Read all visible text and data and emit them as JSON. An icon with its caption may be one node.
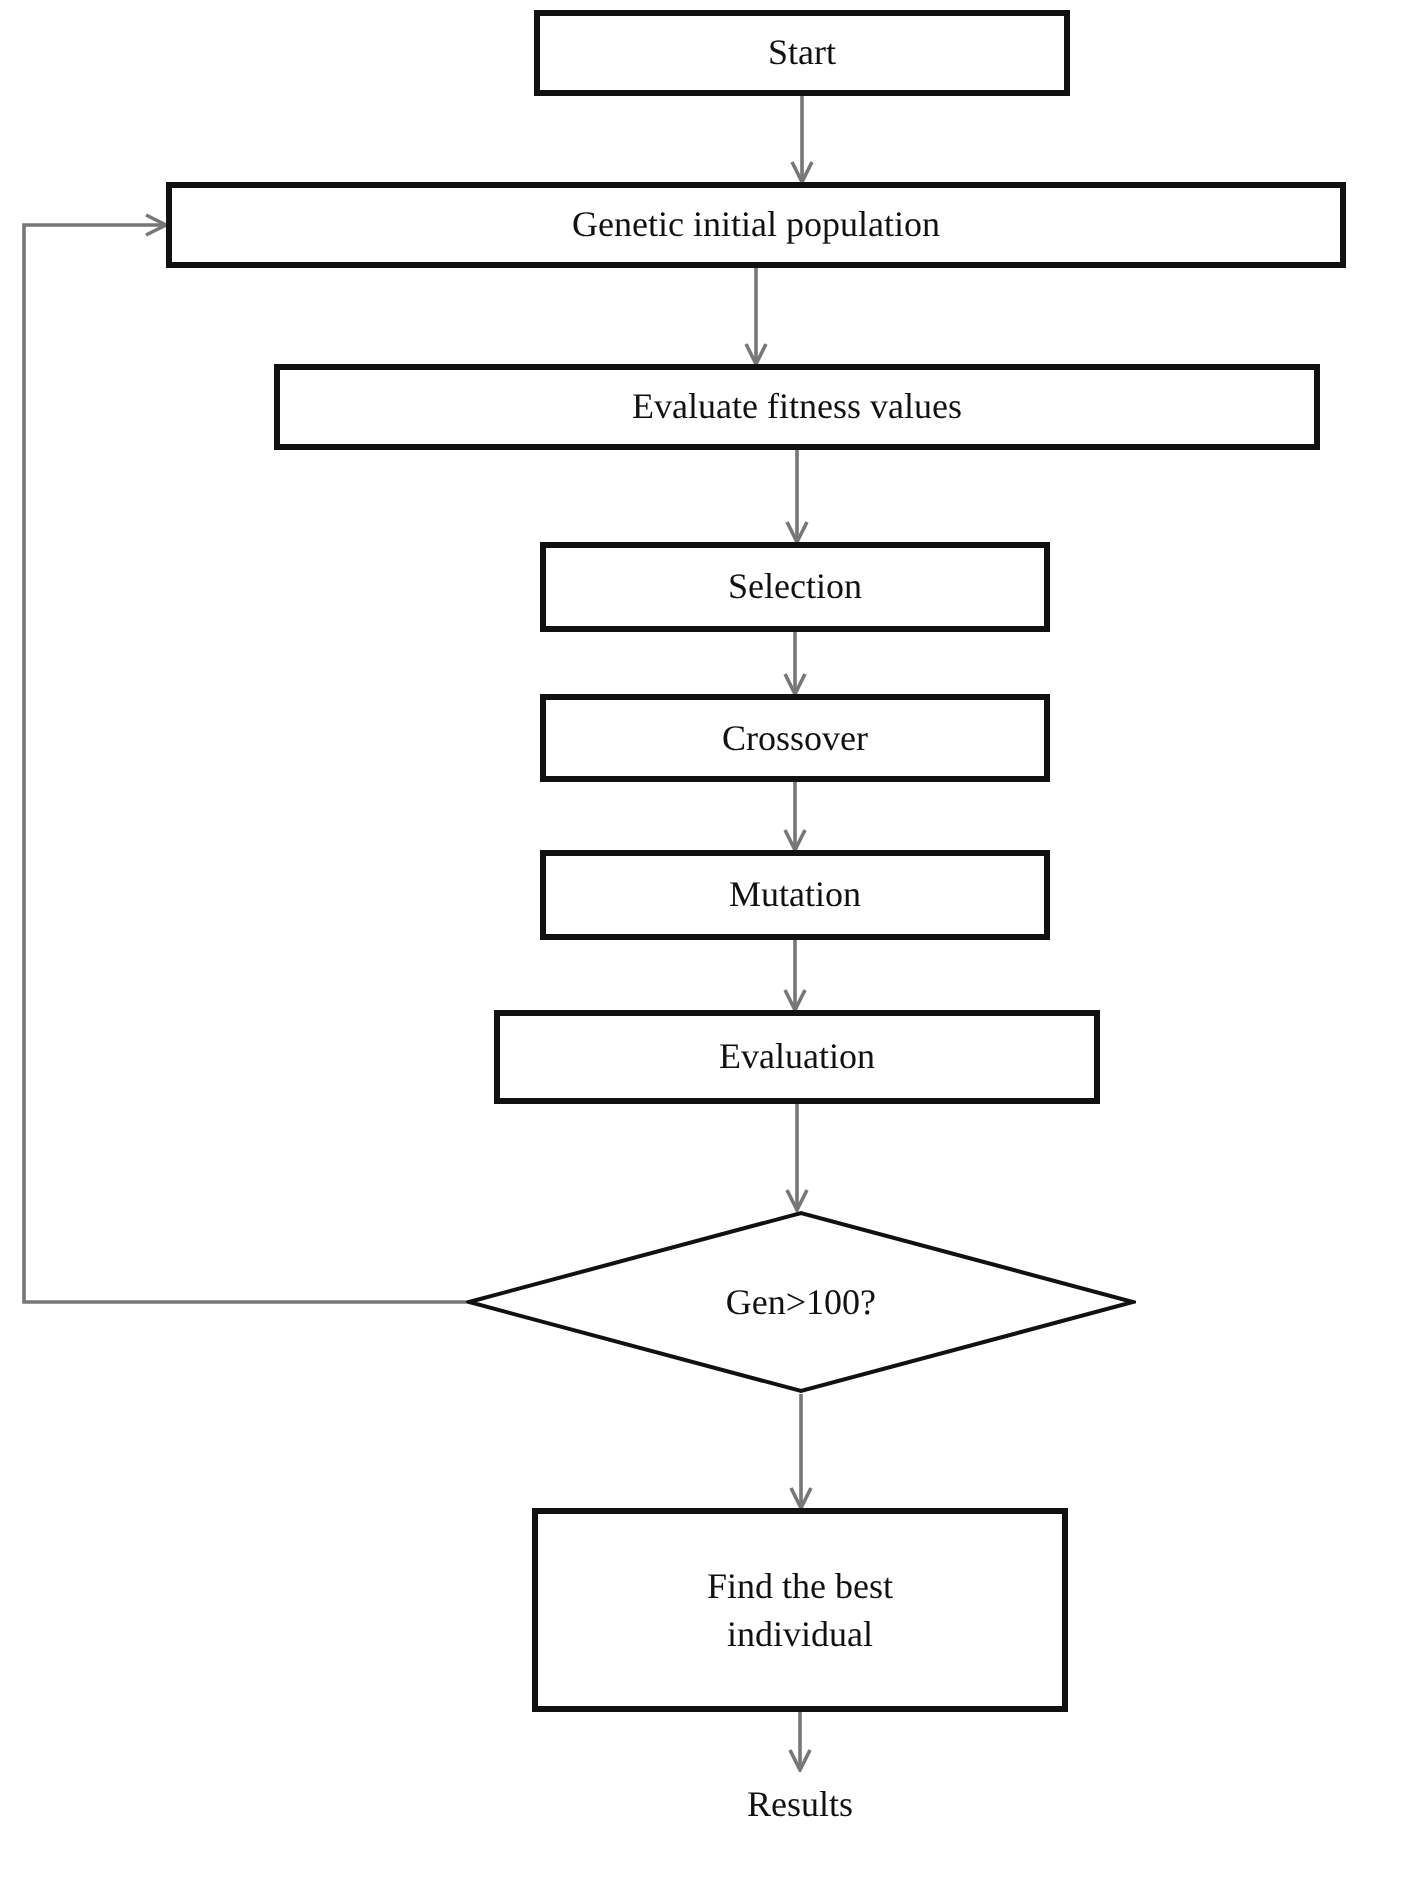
{
  "diagram": {
    "nodes": [
      {
        "text": [
          "Start"
        ]
      },
      {
        "text": [
          "Genetic initial population"
        ]
      },
      {
        "text": [
          "Evaluate fitness values"
        ]
      },
      {
        "text": [
          "Selection"
        ]
      },
      {
        "text": [
          "Crossover"
        ]
      },
      {
        "text": [
          "Mutation"
        ]
      },
      {
        "text": [
          "Evaluation"
        ]
      },
      {
        "text": [
          "Gen>100?"
        ]
      },
      {
        "text": [
          "Find the best individual"
        ]
      },
      {
        "text": [
          "Results"
        ]
      }
    ],
    "edges": [
      {
        "from": 0,
        "to": 1,
        "arrow": "to"
      },
      {
        "from": 1,
        "to": 2,
        "arrow": "to"
      },
      {
        "from": 2,
        "to": 3,
        "arrow": "to"
      },
      {
        "from": 3,
        "to": 4,
        "arrow": "to"
      },
      {
        "from": 4,
        "to": 5,
        "arrow": "to"
      },
      {
        "from": 5,
        "to": 6,
        "arrow": "to"
      },
      {
        "from": 6,
        "to": 7,
        "arrow": "to"
      },
      {
        "from": 7,
        "to": 1,
        "arrow": "to"
      },
      {
        "from": 7,
        "to": 8,
        "arrow": "to"
      },
      {
        "from": 8,
        "to": 9,
        "arrow": "to"
      }
    ]
  }
}
